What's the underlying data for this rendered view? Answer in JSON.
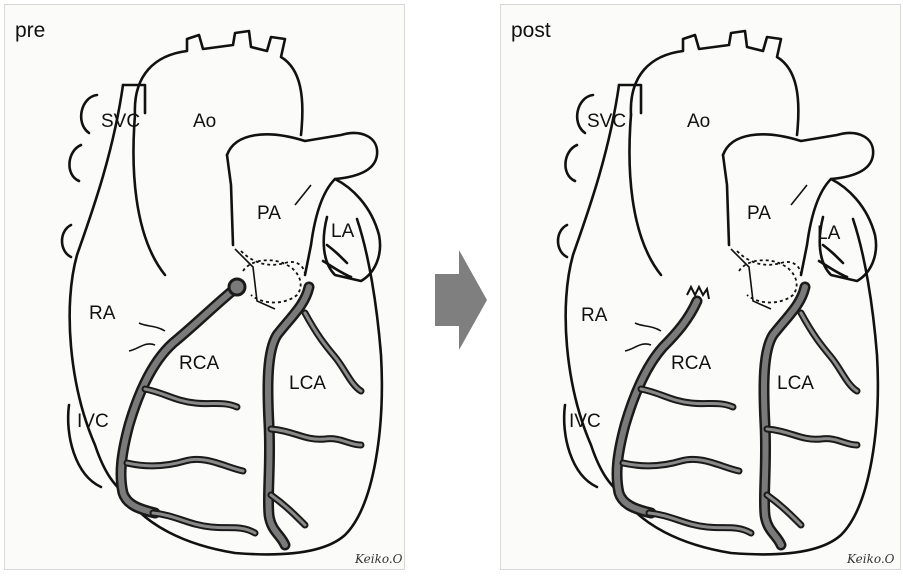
{
  "panels": {
    "pre": {
      "title": "pre"
    },
    "post": {
      "title": "post"
    }
  },
  "labels": {
    "svc": "SVC",
    "ao": "Ao",
    "pa": "PA",
    "la": "LA",
    "ra": "RA",
    "rca": "RCA",
    "lca": "LCA",
    "ivc": "IVC"
  },
  "signature": "Keiko.O",
  "colors": {
    "vessel_outline": "#1a1a1a",
    "vessel_fill": "#7a7a7a",
    "arrow": "#7f7f7f",
    "line": "#111111"
  },
  "icons": {
    "arrow": "right-arrow-icon"
  }
}
